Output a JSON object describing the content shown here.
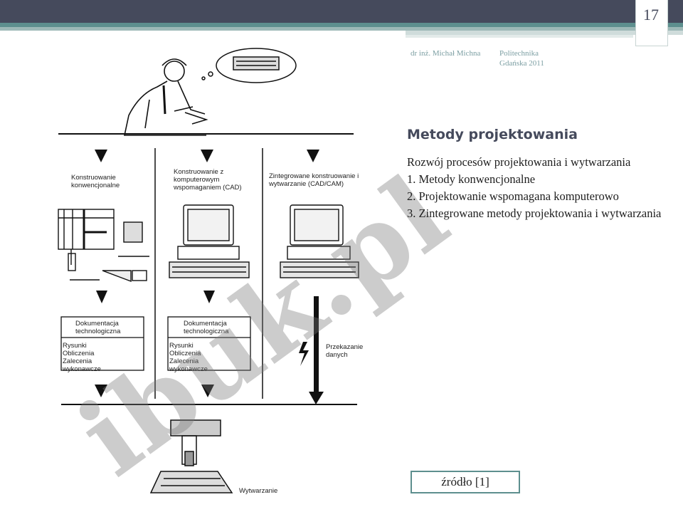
{
  "slide": {
    "page_number": "17",
    "author": "dr inż. Michał Michna",
    "institution": "Politechnika Gdańska 2011",
    "title": "Metody projektowania",
    "items": [
      "Rozwój procesów projektowania i wytwarzania",
      "1. Metody konwencjonalne",
      "2. Projektowanie wspomagana komputerowo",
      "3. Zintegrowane metody projektowania i wytwarzania"
    ],
    "source": "źródło [1]"
  },
  "diagram": {
    "columns": [
      {
        "header": "Konstruowanie konwencjonalne",
        "doc_title": "Dokumentacja technologiczna",
        "doc_items": "Rysunki Obliczenia Zalecenia wykonawcze"
      },
      {
        "header": "Konstruowanie z komputerowym wspomaganiem (CAD)",
        "doc_title": "Dokumentacja technologiczna",
        "doc_items": "Rysunki Obliczenia Zalecenia wykonawcze"
      },
      {
        "header": "Zintegrowane konstruowanie i wytwarzanie (CAD/CAM)",
        "transfer_label": "Przekazanie danych"
      }
    ],
    "manufacturing_label": "Wytwarzanie",
    "watermark": "ibuk.pl"
  },
  "colors": {
    "topbar": "#454a5c",
    "accent": "#5d8f8e",
    "meta_text": "#7b9ea2"
  }
}
